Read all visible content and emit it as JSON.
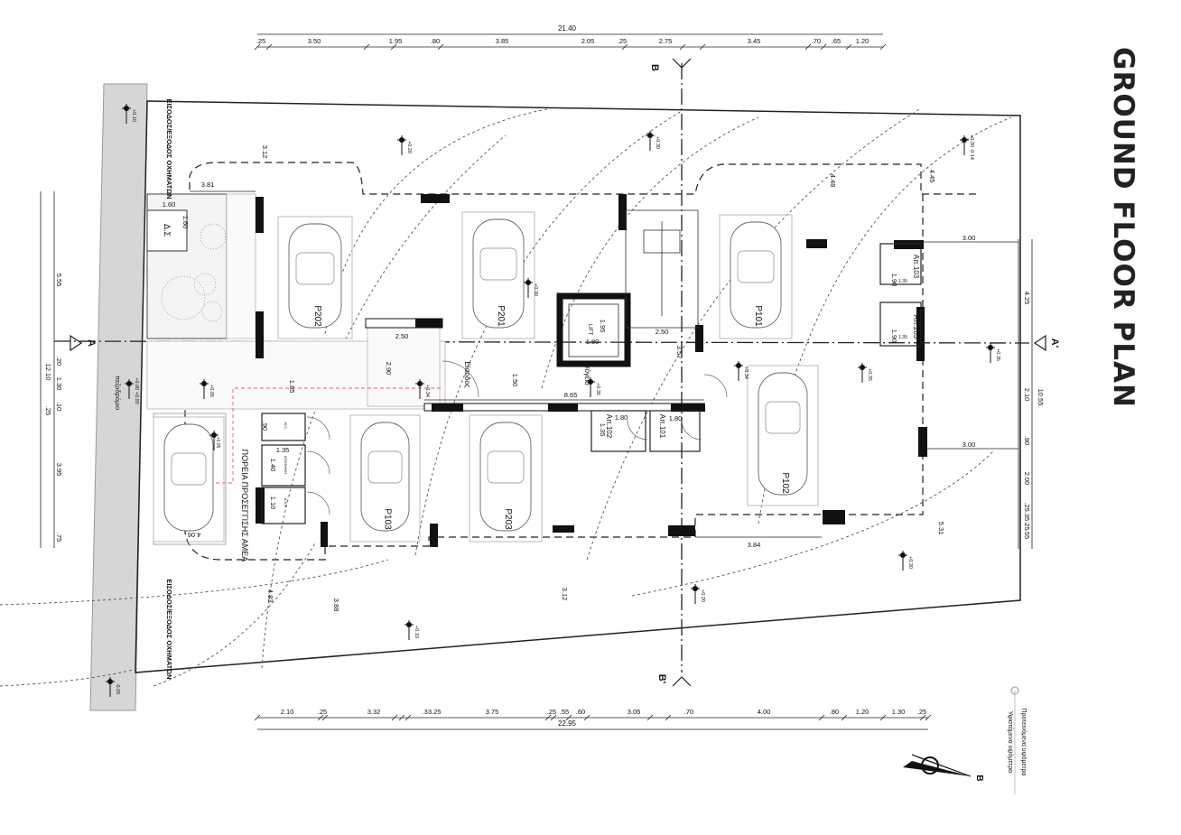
{
  "title": "GROUND FLOOR PLAN",
  "dimensions": {
    "top_total": "21.40",
    "top": [
      ".25",
      "3.50",
      "1.95",
      ".80",
      "3.85",
      "2.05",
      ".25",
      "2.75",
      "3.45",
      ".70",
      ".65",
      "1.20"
    ],
    "bottom": [
      "2.10",
      ".25",
      "3.32",
      ".33.25",
      "3.75",
      ".25",
      ".55",
      ".60",
      "3.05",
      ".70",
      "4.00",
      ".80",
      "1.20",
      "1.30",
      ".25"
    ],
    "bottom_total": "22.95",
    "left": [
      "5.55",
      ".20",
      "12.10",
      "1.30",
      ".10",
      ".25",
      "3.95",
      ".75"
    ],
    "right": [
      "4.25",
      "2.10",
      ".80",
      "2.00",
      ".25.35.25",
      ".55",
      "10.55"
    ],
    "interior": [
      "3.81",
      "1.60",
      "1.60",
      "3.12",
      "2.50",
      "2.90",
      "1.85",
      "1.50",
      "8.65",
      "1.95",
      "1.80",
      "2.50",
      "3.57",
      "1.80",
      "1.35",
      "1.80",
      "1.90",
      "1.35",
      "1.90",
      "1.35",
      "3.00",
      "3.00",
      "4.45",
      "4.48",
      "3.84",
      "5.31",
      "3.12",
      "3.88",
      "4.83",
      "4.06",
      ".90",
      "1.35",
      "1.40",
      "1.10"
    ]
  },
  "labels": {
    "vehicle_entrance_top": "ΕΙΣΟΔΟΣ/ΕΞΟΔΟΣ ΟΧΗΜΑΤΩΝ",
    "vehicle_entrance_bottom": "ΕΙΣΟΔΟΣ/ΕΞΟΔΟΣ ΟΧΗΜΑΤΩΝ",
    "sidewalk": "πεζοδρόμιο",
    "transformer": "Δ.Σ",
    "entrance": "Είσοδος",
    "ground_floor": "Ισόγειο",
    "lift": "LIFT",
    "accessible_route": "ΠΟΡΕΙΑ ΠΡΟΣΕΓΓΙΣΗΣ ΑΜΕΑ",
    "wc": "W.C.",
    "storage": "ΑΠΟΘΗΚΗ",
    "electric": "Α.Η.Κ",
    "storage_102": "Απ.102",
    "storage_101": "Απ.101",
    "storage_103": "Απ.103",
    "storage_203": "Απ.203"
  },
  "parking": [
    "P202",
    "P201",
    "P101",
    "P102",
    "P103",
    "P203"
  ],
  "sections": {
    "b_top": "B",
    "b_bottom": "B'",
    "a_left": "A",
    "a_right": "A'"
  },
  "levels": [
    "+0.10",
    "+0.20",
    "+0.30",
    "+0.30 -0.14",
    "+0.30",
    "+0.00 +0.00",
    "+0.05",
    "+0.34",
    "+0.35",
    "+0.34",
    "+0.35",
    "+0.35",
    "+0.05",
    "+0.30",
    "+0.20",
    "+0.10",
    "-0.05"
  ],
  "legend": {
    "proposed": "Προτεινόμενα υψόμετρα",
    "existing": "Υφιστάμενα υψόμετρα"
  },
  "north": "B"
}
